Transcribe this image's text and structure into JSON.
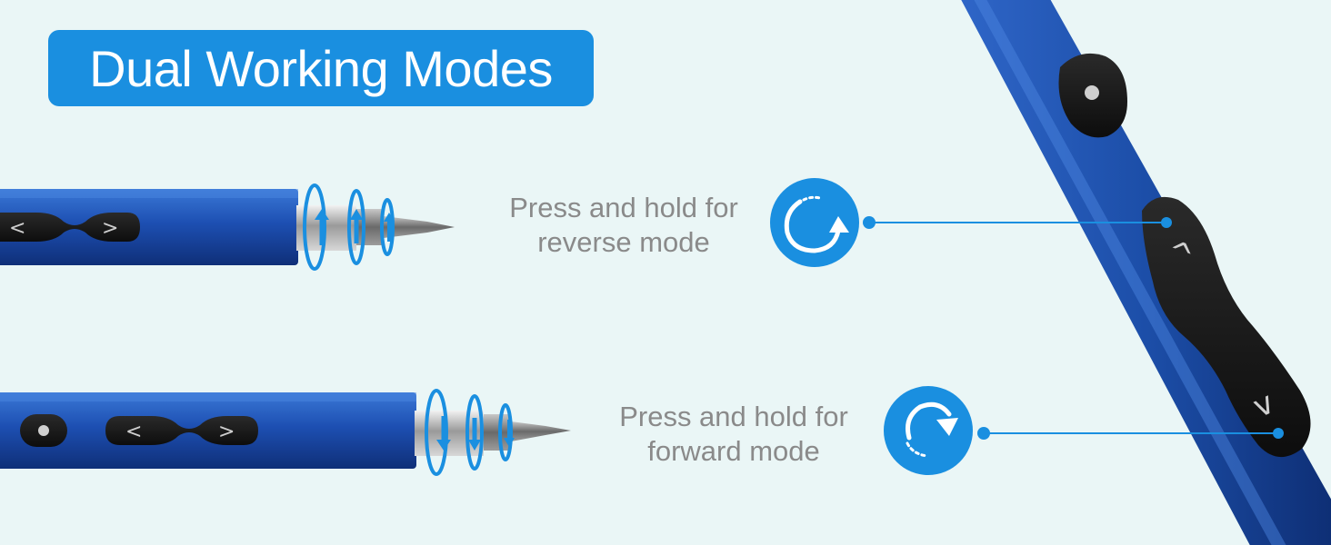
{
  "title": "Dual Working Modes",
  "modes": {
    "reverse": {
      "line1": "Press and hold for",
      "line2": "reverse mode",
      "icon": "counterclockwise-arrow-icon"
    },
    "forward": {
      "line1": "Press and hold for",
      "line2": "forward mode",
      "icon": "clockwise-arrow-icon"
    }
  },
  "buttons": {
    "up_glyph": "^",
    "down_glyph": "v",
    "left_glyph": "<",
    "right_glyph": ">"
  },
  "colors": {
    "background": "#eaf6f6",
    "accent": "#1a8fe0",
    "body_blue": "#1f4fb0",
    "caption_gray": "#8a8a8a"
  }
}
